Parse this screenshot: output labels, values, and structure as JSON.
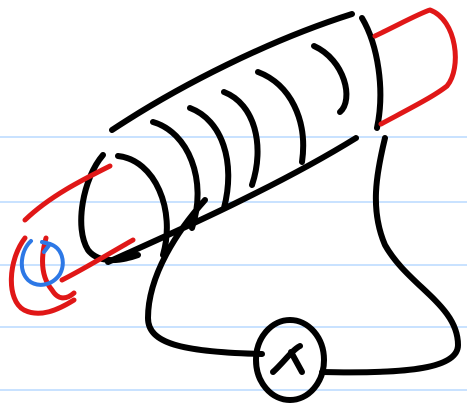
{
  "colors": {
    "background": "#ffffff",
    "ruled_lines": "#a9d0ff",
    "wire_and_coil_ink": "#000000",
    "magnetic_field_ink": "#e01717",
    "current_direction_ink": "#2d78e6"
  },
  "diagram": {
    "components": [
      "solenoid-coil",
      "circuit-loop",
      "galvanometer",
      "magnetic-field-loops",
      "current-direction-loop"
    ]
  }
}
